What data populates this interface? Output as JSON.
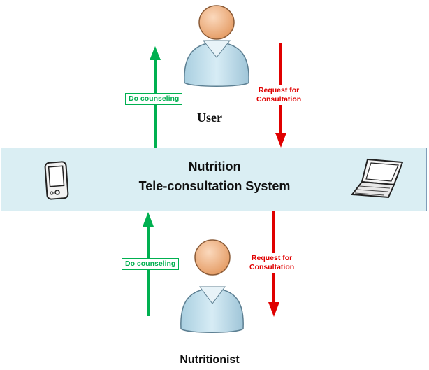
{
  "system": {
    "title_line1": "Nutrition",
    "title_line2": "Tele-consultation System"
  },
  "roles": {
    "user": "User",
    "nutritionist": "Nutritionist"
  },
  "arrows": {
    "user_counseling": "Do counseling",
    "user_request_line1": "Request for",
    "user_request_line2": "Consultation",
    "nutritionist_counseling": "Do counseling",
    "nutritionist_request_line1": "Request for",
    "nutritionist_request_line2": "Consultation"
  },
  "icons": [
    "person-icon",
    "person-icon",
    "smartphone-icon",
    "laptop-icon"
  ],
  "colors": {
    "system_box": "#daeef3",
    "counseling_arrow": "#00b050",
    "request_arrow": "#e00000",
    "person_head": "#f4b183",
    "person_body": "#b7dde8"
  }
}
